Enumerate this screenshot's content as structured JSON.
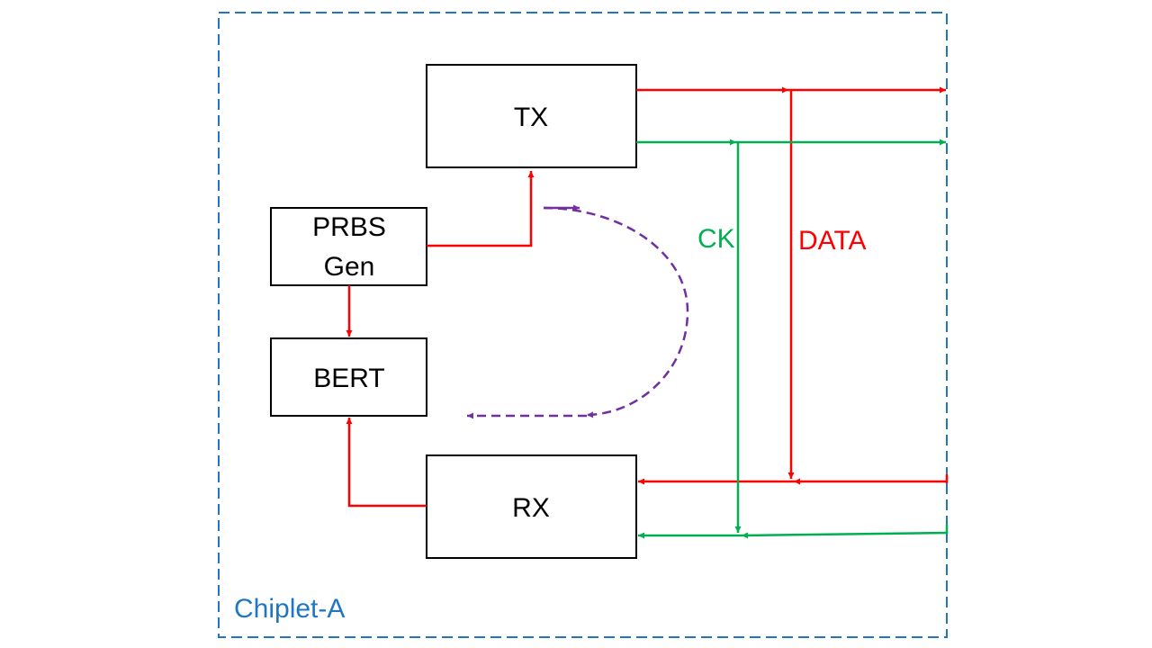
{
  "frame": {
    "label": "Chiplet-A",
    "color": "#1f77c4"
  },
  "blocks": {
    "tx": {
      "label": "TX"
    },
    "prbs": {
      "label_line1": "PRBS",
      "label_line2": "Gen"
    },
    "bert": {
      "label": "BERT"
    },
    "rx": {
      "label": "RX"
    }
  },
  "signals": {
    "ck": {
      "label": "CK",
      "color": "#00b050"
    },
    "data": {
      "label": "DATA",
      "color": "#ff0000"
    }
  },
  "loopback": {
    "color": "#7030a0",
    "style": "dashed"
  }
}
